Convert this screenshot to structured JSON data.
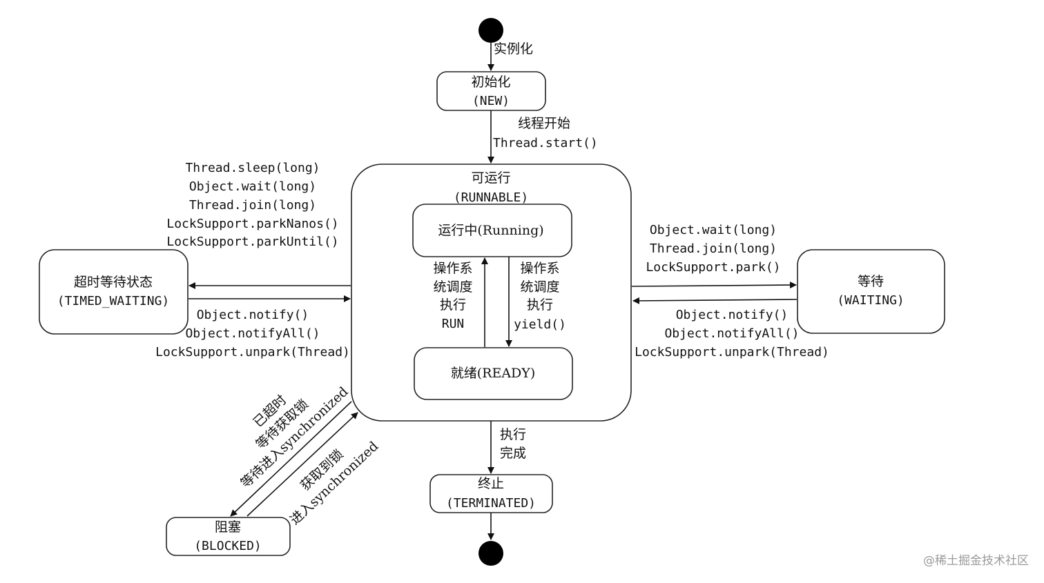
{
  "states": {
    "new": {
      "name": "初始化",
      "code": "(NEW)"
    },
    "runnable": {
      "name": "可运行",
      "code": "(RUNNABLE)"
    },
    "running": {
      "label": "运行中(Running)"
    },
    "ready": {
      "label": "就绪(READY)"
    },
    "timed_waiting": {
      "name": "超时等待状态",
      "code": "(TIMED_WAITING)"
    },
    "waiting": {
      "name": "等待",
      "code": "(WAITING)"
    },
    "terminated": {
      "name": "终止",
      "code": "(TERMINATED)"
    },
    "blocked": {
      "name": "阻塞",
      "code": "(BLOCKED)"
    }
  },
  "transitions": {
    "instantiate": "实例化",
    "start_line1": "线程开始",
    "start_line2": "Thread.start()",
    "to_running": [
      "操作系",
      "统调度",
      "执行",
      "RUN"
    ],
    "to_ready": [
      "操作系",
      "统调度",
      "执行",
      "yield()"
    ],
    "to_timed_waiting": [
      "Thread.sleep(long)",
      "Object.wait(long)",
      "Thread.join(long)",
      "LockSupport.parkNanos()",
      "LockSupport.parkUntil()"
    ],
    "from_timed_waiting": [
      "Object.notify()",
      "Object.notifyAll()",
      "LockSupport.unpark(Thread)"
    ],
    "to_waiting": [
      "Object.wait(long)",
      "Thread.join(long)",
      "LockSupport.park()"
    ],
    "from_waiting": [
      "Object.notify()",
      "Object.notifyAll()",
      "LockSupport.unpark(Thread)"
    ],
    "finish": [
      "执行",
      "完成"
    ],
    "to_blocked": [
      "已超时",
      "等待获取锁",
      "等待进入synchronized"
    ],
    "from_blocked": [
      "获取到锁",
      "进入synchronized"
    ]
  },
  "watermark": "@稀土掘金技术社区"
}
